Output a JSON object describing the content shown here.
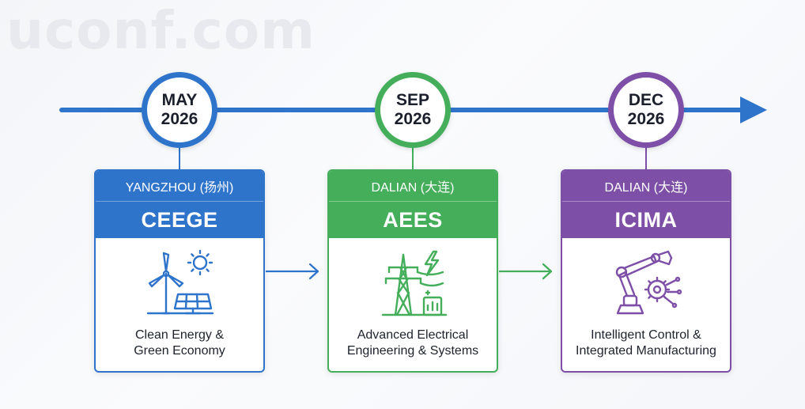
{
  "watermark": "uconf.com",
  "colors": {
    "blue": "#2f74cb",
    "green": "#44ae5b",
    "purple": "#7d4fa7"
  },
  "events": [
    {
      "month": "MAY",
      "year": "2026",
      "location": "YANGZHOU (扬州)",
      "acronym": "CEEGE",
      "desc_line1": "Clean Energy &",
      "desc_line2": "Green Economy",
      "icon": "wind-solar-icon"
    },
    {
      "month": "SEP",
      "year": "2026",
      "location": "DALIAN (大连)",
      "acronym": "AEES",
      "desc_line1": "Advanced Electrical",
      "desc_line2": "Engineering & Systems",
      "icon": "power-tower-icon"
    },
    {
      "month": "DEC",
      "year": "2026",
      "location": "DALIAN (大连)",
      "acronym": "ICIMA",
      "desc_line1": "Intelligent Control &",
      "desc_line2": "Integrated Manufacturing",
      "icon": "robot-arm-icon"
    }
  ]
}
